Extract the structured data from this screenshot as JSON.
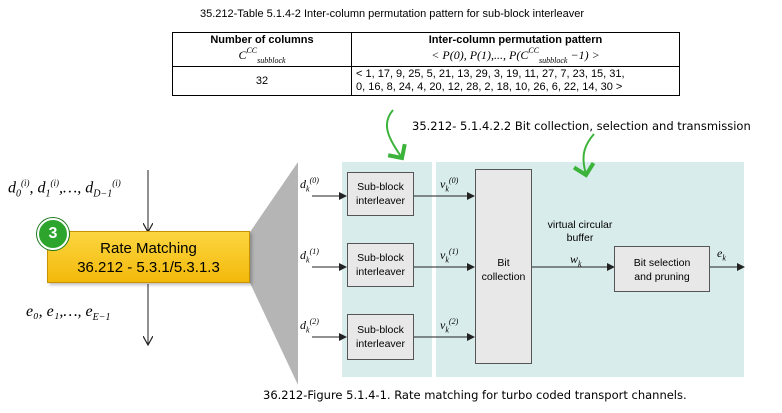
{
  "table": {
    "caption": "35.212-Table 5.1.4-2 Inter-column permutation pattern for sub-block interleaver",
    "col1_header": "Number of columns",
    "col1_symbol": "C",
    "col1_symbol_sup": "CC",
    "col1_symbol_sub": "subblock",
    "col2_header": "Inter-column permutation pattern",
    "col2_formula_prefix": "< P(0), P(1),..., P(C",
    "col2_formula_sup": "CC",
    "col2_formula_sub": "subblock",
    "col2_formula_suffix": " −1) >",
    "cols_value": "32",
    "perm_line1": "< 1, 17, 9, 25, 5, 21, 13, 29, 3, 19, 11, 27, 7, 23, 15, 31,",
    "perm_line2": "0, 16, 8, 24, 4, 20, 12, 28, 2, 18, 10, 26, 6, 22, 14, 30 >"
  },
  "section_caption": "35.212- 5.1.4.2.2 Bit collection, selection and transmission",
  "left": {
    "input_seq": "d",
    "input_terms": [
      "0",
      "1",
      "D−1"
    ],
    "output_seq": "e₀, e₁,…, e",
    "output_last_sub": "E−1",
    "step_number": "3",
    "box_title": "Rate Matching",
    "box_ref": "36.212 - 5.3.1/5.3.1.3"
  },
  "diagram": {
    "inputs": [
      "0",
      "1",
      "2"
    ],
    "subblock_label_line1": "Sub-block",
    "subblock_label_line2": "interleaver",
    "bit_collection_line1": "Bit",
    "bit_collection_line2": "collection",
    "virtual_buffer_line1": "virtual circular",
    "virtual_buffer_line2": "buffer",
    "buffer_symbol": "w",
    "buffer_symbol_sub": "k",
    "selection_line1": "Bit selection",
    "selection_line2": "and pruning",
    "output_symbol": "e",
    "output_symbol_sub": "k",
    "colors": {
      "highlight": "#d9ecec",
      "arrow_green": "#3cb43c",
      "gray_cone": "#a8a8a8",
      "rm_box": "#f6c21a"
    }
  },
  "figure_caption": "36.212-Figure 5.1.4-1. Rate matching for turbo coded transport channels."
}
